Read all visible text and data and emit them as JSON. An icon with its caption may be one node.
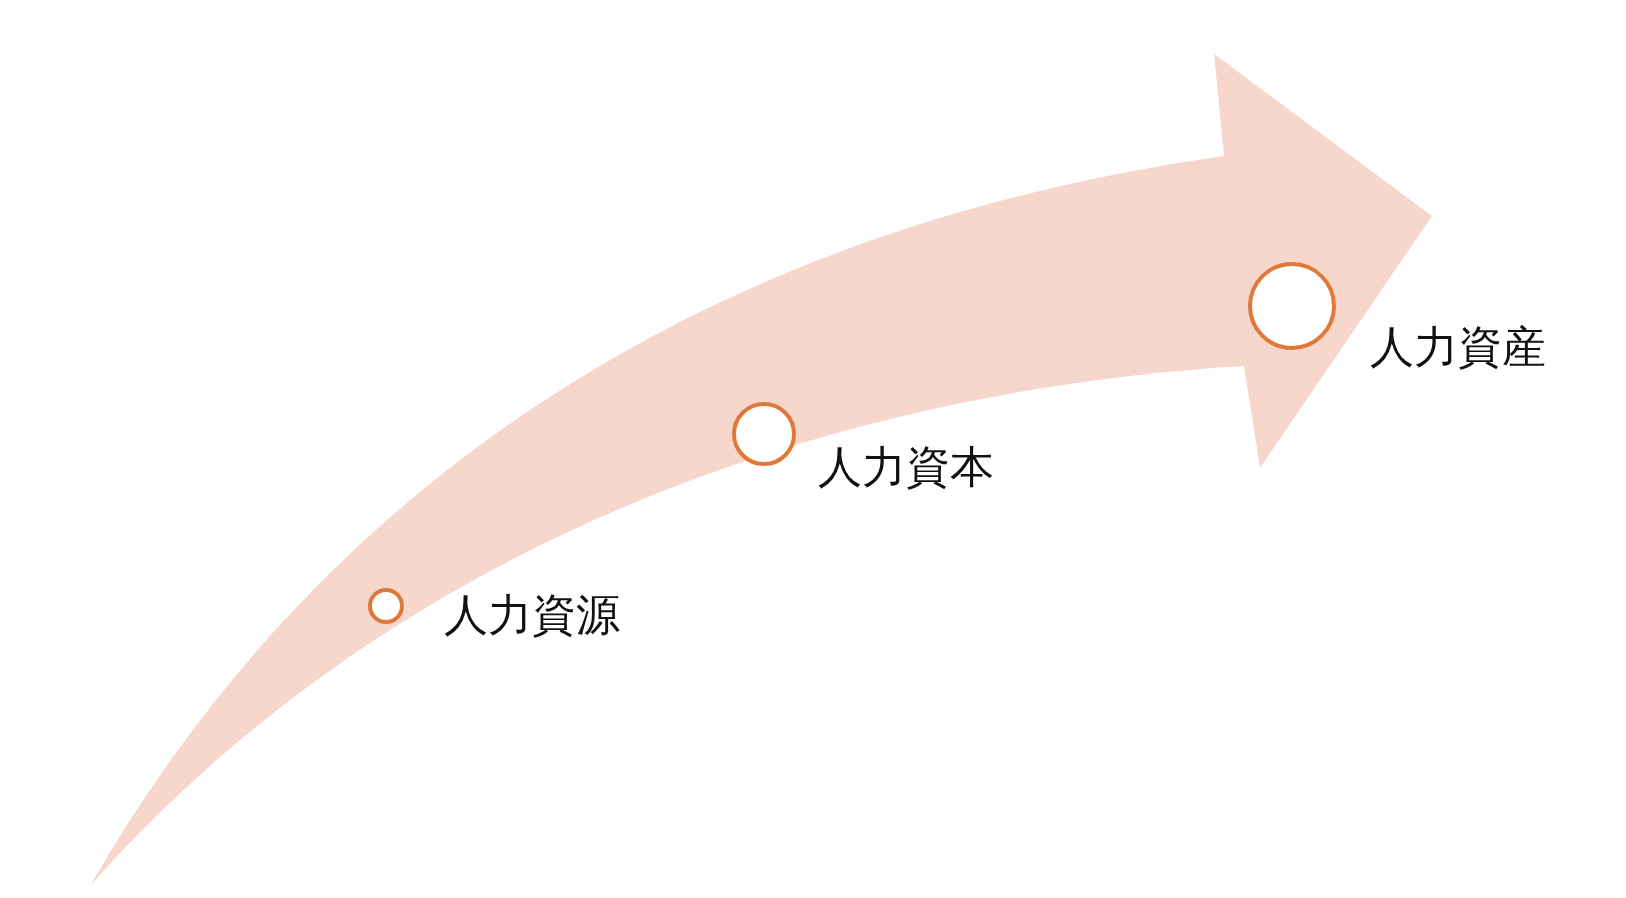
{
  "diagram": {
    "nodes": [
      {
        "text": [],
        "shape": "circle",
        "beside": [
          "人力資源"
        ]
      },
      {
        "text": [],
        "shape": "circle",
        "beside": [
          "人力資本"
        ]
      },
      {
        "text": [],
        "shape": "circle",
        "beside": [
          "人力資産"
        ]
      }
    ]
  }
}
